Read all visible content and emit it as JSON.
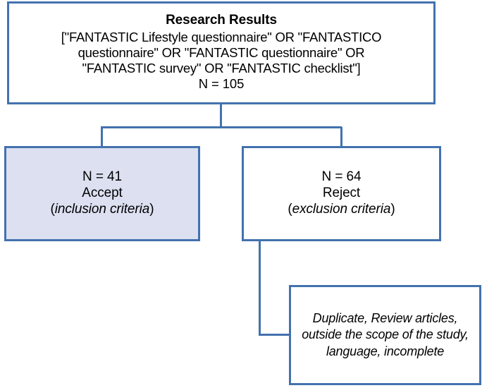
{
  "diagram": {
    "type": "flowchart",
    "accent_color": "#4372AE",
    "highlight_fill": "#DCE0F1",
    "background": "#FFFFFF",
    "nodes": {
      "root": {
        "title": "Research Results",
        "query_lines": [
          "[\"FANTASTIC Lifestyle questionnaire\" OR \"FANTASTICO",
          "questionnaire\" OR \"FANTASTIC questionnaire\" OR",
          "\"FANTASTIC survey\" OR \"FANTASTIC checklist\"]"
        ],
        "count": "N = 105"
      },
      "accept": {
        "count": "N = 41",
        "decision": "Accept",
        "criteria_open": "(",
        "criteria": "inclusion criteria",
        "criteria_close": ")"
      },
      "reject": {
        "count": "N = 64",
        "decision": "Reject",
        "criteria_open": "(",
        "criteria": "exclusion criteria",
        "criteria_close": ")"
      },
      "reasons": {
        "lines": [
          "Duplicate, Review articles,",
          "outside the scope of the study,",
          "language, incomplete"
        ]
      }
    }
  }
}
